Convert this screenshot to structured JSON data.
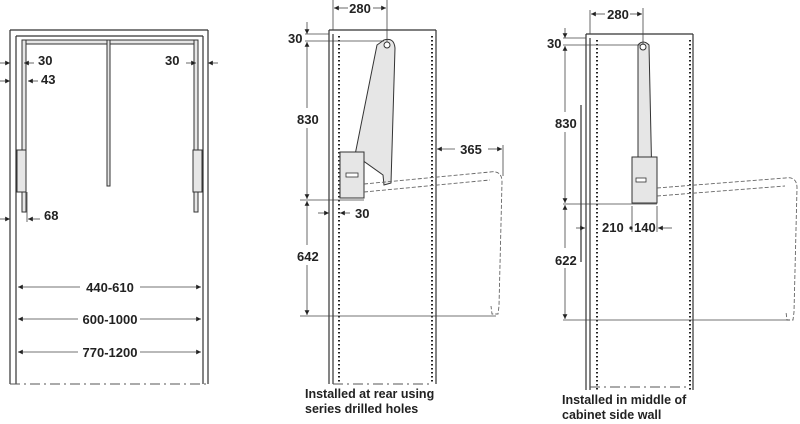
{
  "front_view": {
    "dims": {
      "left_offset_30": "30",
      "left_offset_43": "43",
      "right_offset_30": "30",
      "motor_68": "68",
      "rail_width": "440-610",
      "mid_width": "600-1000",
      "cabinet_width": "770-1200"
    }
  },
  "rear_install_view": {
    "dims": {
      "depth_280": "280",
      "top_30": "30",
      "height_830": "830",
      "reach_365": "365",
      "wall_30": "30",
      "low_642": "642"
    },
    "caption": [
      "Installed at rear using",
      "series drilled holes"
    ]
  },
  "side_wall_view": {
    "dims": {
      "depth_280": "280",
      "top_30": "30",
      "height_830": "830",
      "offset_210": "210",
      "width_140": "140",
      "low_622": "622"
    },
    "caption": [
      "Installed in middle of",
      "cabinet side wall"
    ]
  }
}
